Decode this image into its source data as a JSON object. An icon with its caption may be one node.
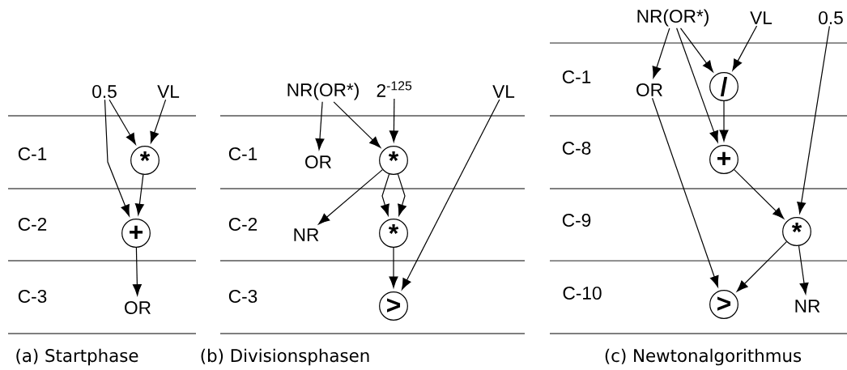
{
  "diagram": {
    "nodes": [
      {
        "text": [
          "0.5"
        ]
      },
      {
        "text": [
          "VL"
        ]
      },
      {
        "text": [
          "*"
        ]
      },
      {
        "text": [
          "+"
        ]
      },
      {
        "text": [
          "OR"
        ]
      },
      {
        "text": [
          "NR(OR*)"
        ]
      },
      {
        "text": [
          "2$^{-125}$"
        ]
      },
      {
        "text": [
          "VL"
        ]
      },
      {
        "text": [
          "OR"
        ]
      },
      {
        "text": [
          "*"
        ]
      },
      {
        "text": [
          "NR"
        ]
      },
      {
        "text": [
          "*"
        ]
      },
      {
        "text": [
          ">"
        ]
      },
      {
        "text": [
          "NR(OR*)"
        ]
      },
      {
        "text": [
          "VL"
        ]
      },
      {
        "text": [
          "0.5"
        ]
      },
      {
        "text": [
          "OR"
        ]
      },
      {
        "text": [
          "/"
        ]
      },
      {
        "text": [
          "+"
        ]
      },
      {
        "text": [
          "*"
        ]
      },
      {
        "text": [
          ">"
        ]
      },
      {
        "text": [
          "NR"
        ]
      }
    ],
    "edges": [
      {
        "from": 0,
        "to": 2,
        "arrow": "to"
      },
      {
        "from": 1,
        "to": 2,
        "arrow": "to"
      },
      {
        "from": 0,
        "to": 3,
        "arrow": "to"
      },
      {
        "from": 2,
        "to": 3,
        "arrow": "to"
      },
      {
        "from": 3,
        "to": 4,
        "arrow": "to"
      },
      {
        "from": 5,
        "to": 8,
        "arrow": "to"
      },
      {
        "from": 5,
        "to": 9,
        "arrow": "to"
      },
      {
        "from": 6,
        "to": 9,
        "arrow": "to"
      },
      {
        "from": 9,
        "to": 10,
        "arrow": "to"
      },
      {
        "from": 9,
        "to": 11,
        "arrow": "to"
      },
      {
        "from": 9,
        "to": 11,
        "arrow": "to"
      },
      {
        "from": 11,
        "to": 12,
        "arrow": "to"
      },
      {
        "from": 7,
        "to": 12,
        "arrow": "to"
      },
      {
        "from": 13,
        "to": 16,
        "arrow": "to"
      },
      {
        "from": 13,
        "to": 18,
        "arrow": "to"
      },
      {
        "from": 13,
        "to": 17,
        "arrow": "to"
      },
      {
        "from": 14,
        "to": 17,
        "arrow": "to"
      },
      {
        "from": 15,
        "to": 19,
        "arrow": "to"
      },
      {
        "from": 17,
        "to": 18,
        "arrow": "to"
      },
      {
        "from": 18,
        "to": 19,
        "arrow": "to"
      },
      {
        "from": 16,
        "to": 20,
        "arrow": "to"
      },
      {
        "from": 19,
        "to": 20,
        "arrow": "to"
      },
      {
        "from": 19,
        "to": 21,
        "arrow": "to"
      }
    ],
    "labels": [
      "C-1",
      "C-2",
      "C-3",
      "(a) Startphase",
      "C-1",
      "C-2",
      "C-3",
      "(b) Divisionsphasen",
      "C-1",
      "C-8",
      "C-9",
      "C-10",
      "(c) Newtonalgorithmus"
    ]
  }
}
